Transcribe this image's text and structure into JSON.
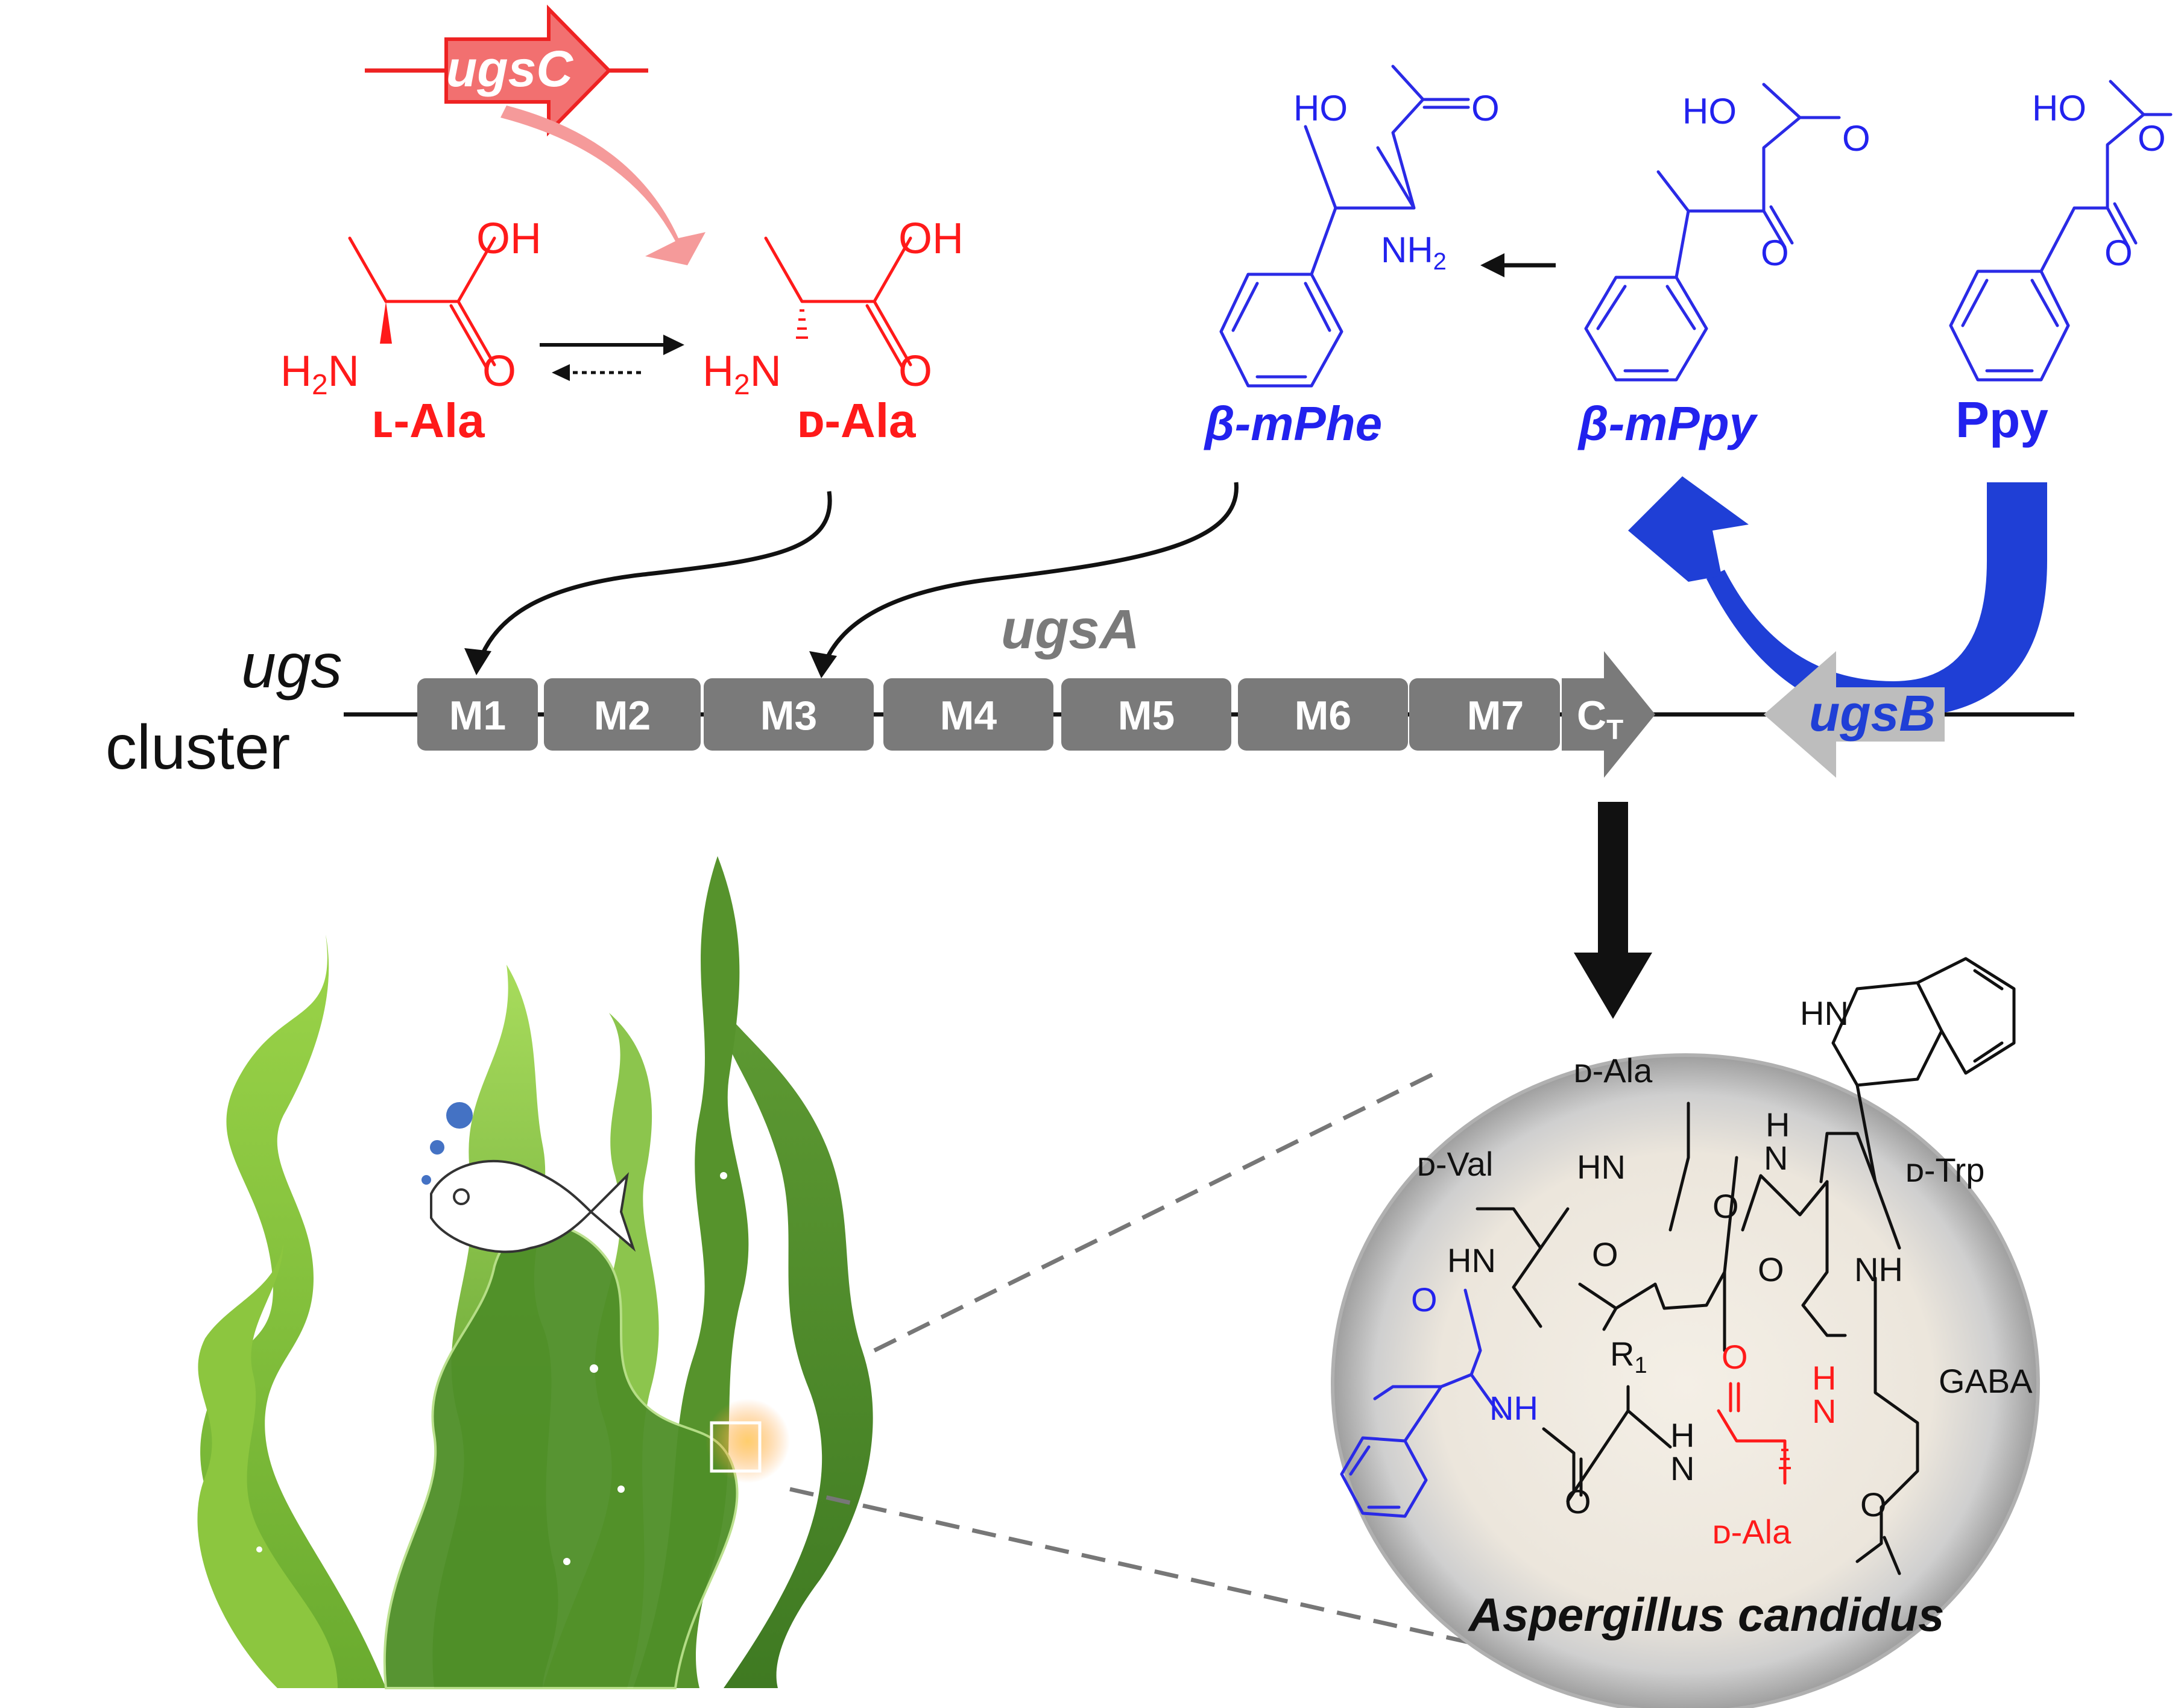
{
  "genes": {
    "ugsC": "ugsC",
    "ugsA": "ugsA",
    "ugsB": "ugsB"
  },
  "cluster": {
    "name_line1": "ugs",
    "name_line2": "cluster",
    "modules": [
      "M1",
      "M2",
      "M3",
      "M4",
      "M5",
      "M6",
      "M7"
    ],
    "terminal_main": "C",
    "terminal_sub": "T"
  },
  "compounds": {
    "l_ala": "ʟ-Ala",
    "d_ala": "ᴅ-Ala",
    "b_mphe": "β-mPhe",
    "b_mppy": "β-mPpy",
    "ppy": "Ppy"
  },
  "atoms": {
    "oh": "OH",
    "o": "O",
    "h2n": "H",
    "h2n_sub": "2",
    "h2n_n": "N",
    "ho": "HO",
    "nh": "NH",
    "nh2_sub": "2",
    "hn": "HN",
    "h": "H",
    "n": "N",
    "r": "R",
    "r_sub": "1"
  },
  "peptide": {
    "d_ala_top": "ᴅ-Ala",
    "d_val": "ᴅ-Val",
    "d_trp": "ᴅ-Trp",
    "gaba": "GABA",
    "d_ala_bottom": "ᴅ-Ala"
  },
  "organism": "Aspergillus candidus",
  "colors": {
    "red": "#ff1a1a",
    "blue": "#2222ee",
    "gray_module": "#7a7a7a",
    "ugsC_fill": "#f27070",
    "ugsC_arc": "#f59a9a",
    "ugsB_arrow": "#1f3fd6",
    "seaweed_light": "#8cc63f",
    "seaweed_dark": "#4d8b2a"
  }
}
